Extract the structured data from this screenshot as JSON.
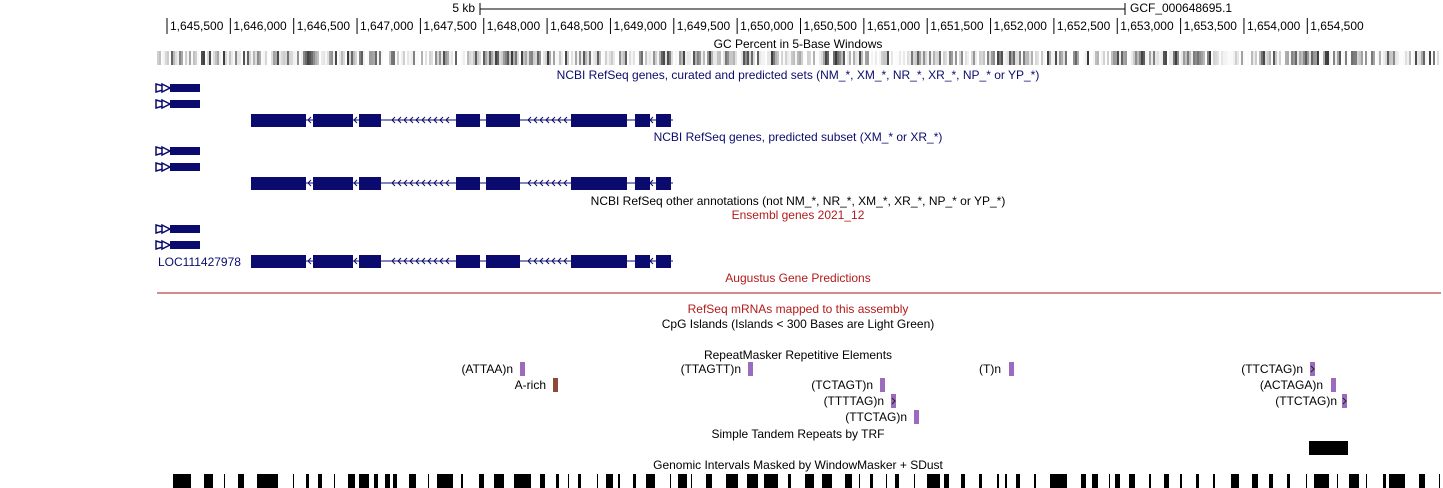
{
  "scale": {
    "label": "5 kb",
    "assembly": "GCF_000648695.1"
  },
  "ruler": {
    "ticks": [
      "1,645,500",
      "1,646,000",
      "1,646,500",
      "1,647,000",
      "1,647,500",
      "1,648,000",
      "1,648,500",
      "1,649,000",
      "1,649,500",
      "1,650,000",
      "1,650,500",
      "1,651,000",
      "1,651,500",
      "1,652,000",
      "1,652,500",
      "1,653,000",
      "1,653,500",
      "1,654,000",
      "1,654,500"
    ]
  },
  "tracks": {
    "gc_percent": {
      "title": "GC Percent in 5-Base Windows"
    },
    "refseq_all": {
      "title": "NCBI RefSeq genes, curated and predicted sets (NM_*, XM_*, NR_*, XR_*, NP_* or YP_*)"
    },
    "refseq_predicted": {
      "title": "NCBI RefSeq genes, predicted subset (XM_* or XR_*)"
    },
    "refseq_other": {
      "title": "NCBI RefSeq other annotations (not NM_*, NR_*, XM_*, XR_*, NP_* or YP_*)"
    },
    "ensembl": {
      "title": "Ensembl genes 2021_12",
      "gene_label": "LOC111427978"
    },
    "augustus": {
      "title": "Augustus Gene Predictions"
    },
    "refseq_mrna": {
      "title": "RefSeq mRNAs mapped to this assembly"
    },
    "cpg": {
      "title": "CpG Islands (Islands < 300 Bases are Light Green)"
    },
    "repeatmasker": {
      "title": "RepeatMasker Repetitive Elements",
      "elements": [
        {
          "label": "(ATTAA)n"
        },
        {
          "label": "(TTAGTT)n"
        },
        {
          "label": "(T)n"
        },
        {
          "label": "(TTCTAG)n"
        },
        {
          "label": "A-rich"
        },
        {
          "label": "(TCTAGT)n"
        },
        {
          "label": "(ACTAGA)n"
        },
        {
          "label": "(TTTTAG)n"
        },
        {
          "label": "(TTCTAG)n"
        },
        {
          "label": "(TTCTAG)n"
        }
      ]
    },
    "trf": {
      "title": "Simple Tandem Repeats by TRF"
    },
    "windowmasker": {
      "title": "Genomic Intervals Masked by WindowMasker + SDust"
    }
  },
  "colors": {
    "gene": "#0b0b6f",
    "red_title": "#b31b1b",
    "repeat_simple": "#9b6bbf",
    "repeat_lowcomplex": "#8b4a3a",
    "augustus_line": "#a01818"
  }
}
